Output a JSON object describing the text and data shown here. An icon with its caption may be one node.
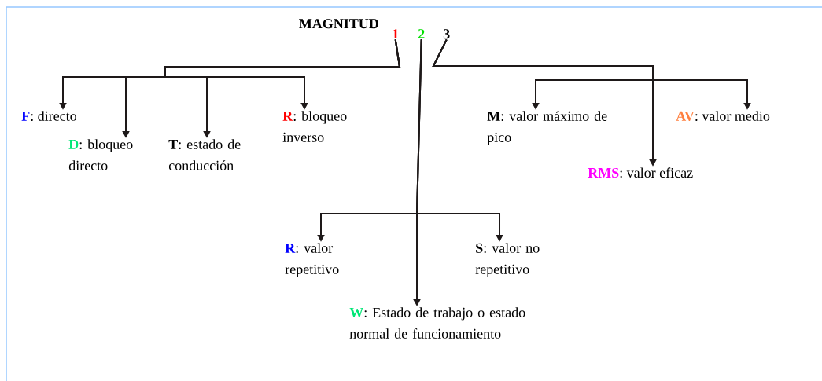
{
  "diagram": {
    "title": "MAGNITUD",
    "nodes": [
      {
        "text": [
          "1"
        ]
      },
      {
        "text": [
          "2"
        ]
      },
      {
        "text": [
          "3"
        ]
      },
      {
        "text": [
          "F",
          ": directo"
        ]
      },
      {
        "text": [
          "D",
          ": bloqueo directo"
        ]
      },
      {
        "text": [
          "T",
          ": estado de conducción"
        ]
      },
      {
        "text": [
          "R",
          ": bloqueo inverso"
        ]
      },
      {
        "text": [
          "M",
          ": valor máximo de pico"
        ]
      },
      {
        "text": [
          "AV",
          ": valor medio"
        ]
      },
      {
        "text": [
          "RMS",
          ": valor eficaz"
        ]
      },
      {
        "text": [
          "R",
          ": valor repetitivo"
        ]
      },
      {
        "text": [
          "S",
          ": valor no repetitivo"
        ]
      },
      {
        "text": [
          "W",
          ": Estado de trabajo o estado normal de funcionamiento"
        ]
      }
    ],
    "edges": [
      {
        "from": 0,
        "to": 3,
        "arrow": "to"
      },
      {
        "from": 0,
        "to": 4,
        "arrow": "to"
      },
      {
        "from": 0,
        "to": 5,
        "arrow": "to"
      },
      {
        "from": 0,
        "to": 6,
        "arrow": "to"
      },
      {
        "from": 2,
        "to": 7,
        "arrow": "to"
      },
      {
        "from": 2,
        "to": 8,
        "arrow": "to"
      },
      {
        "from": 2,
        "to": 9,
        "arrow": "to"
      },
      {
        "from": 1,
        "to": 10,
        "arrow": "to"
      },
      {
        "from": 1,
        "to": 11,
        "arrow": "to"
      },
      {
        "from": 1,
        "to": 12,
        "arrow": "to"
      }
    ]
  }
}
